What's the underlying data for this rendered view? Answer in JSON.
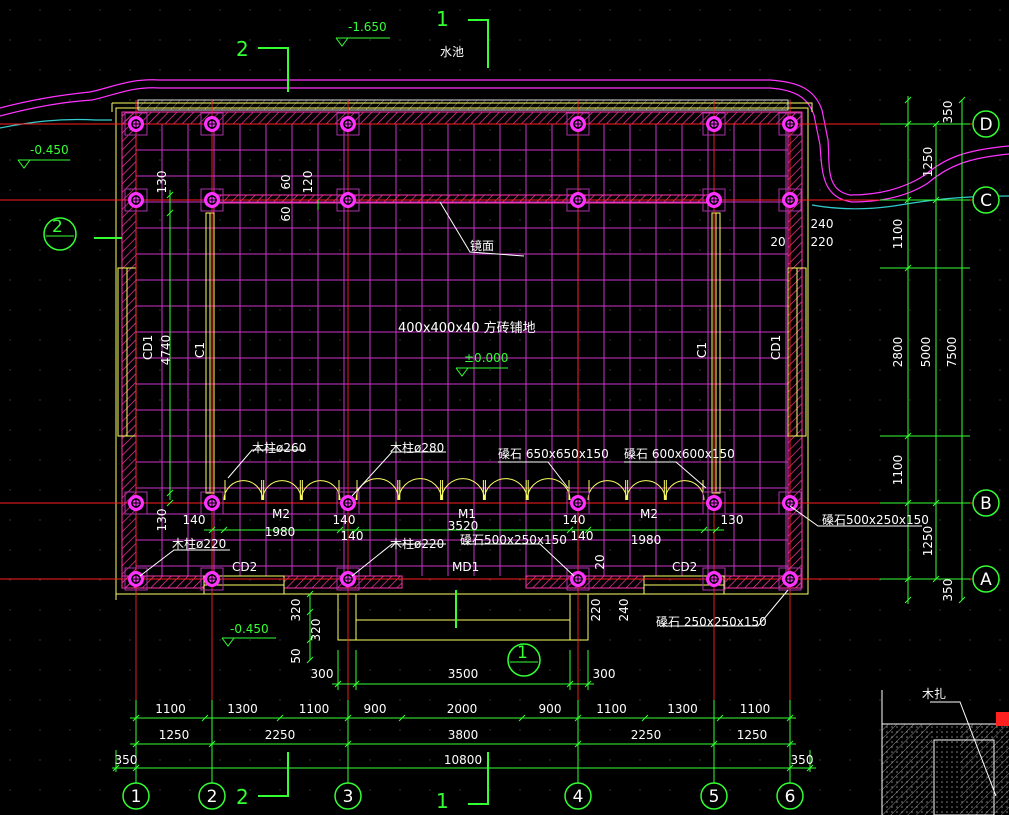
{
  "labels": {
    "water_pool": "水池",
    "elev_top": "-1.650",
    "elev_left": "-0.450",
    "elev_bottom": "-0.450",
    "elev_floor": "±0.000",
    "mirror": "镜面",
    "floor_tile": "400x400x40 方砖铺地",
    "wood_col_260": "木柱ø260",
    "wood_col_280": "木柱ø280",
    "wood_col_220a": "木柱ø220",
    "wood_col_220b": "木柱ø220",
    "stone_650": "磉石 650x650x150",
    "stone_600": "磉石 600x600x150",
    "stone_500a": "磉石500x250x150",
    "stone_500b": "磉石500x250x150",
    "stone_250": "磉石 250x250x150",
    "door_m2_left": "M2",
    "door_m1": "M1",
    "door_m2_right": "M2",
    "cd2_left": "CD2",
    "md1": "MD1",
    "cd2_right": "CD2",
    "cd1_left": "CD1",
    "cd1_right": "CD1",
    "c1_left": "C1",
    "c1_right": "C1",
    "wood_tie": "木扎",
    "section_1_top": "1",
    "section_1_bottom": "1",
    "section_2_top": "2",
    "section_2_bottom": "2",
    "section_2_left": "2",
    "section_1_mid": "1"
  },
  "axes": {
    "numbered": [
      "1",
      "2",
      "3",
      "4",
      "5",
      "6"
    ],
    "lettered": [
      "D",
      "C",
      "B",
      "A"
    ]
  },
  "dims": {
    "row1": [
      "1100",
      "1300",
      "1100",
      "900",
      "2000",
      "900",
      "1100",
      "1300",
      "1100"
    ],
    "row2": [
      "1250",
      "2250",
      "3800",
      "2250",
      "1250"
    ],
    "row3": [
      "350",
      "10800",
      "350"
    ],
    "entry": [
      "300",
      "3500",
      "300"
    ],
    "right_a": [
      "350",
      "1250",
      "1100",
      "2800",
      "1100",
      "1250",
      "350"
    ],
    "right_b": [
      "5000",
      "7500"
    ],
    "inner": [
      "4740",
      "1980",
      "3520",
      "1980",
      "140",
      "140",
      "140",
      "140",
      "140",
      "130",
      "130",
      "130",
      "60",
      "120",
      "60",
      "240",
      "220",
      "20",
      "20",
      "220",
      "240",
      "320",
      "320",
      "50"
    ]
  },
  "colors": {
    "background": "#000000",
    "grid": "#cc33cc",
    "axis": "#ff2020",
    "dimension": "#33ff33",
    "wall": "#ff33aa",
    "column": "#ff33ff",
    "yellow": "#ffff66",
    "cyan": "#33cccc"
  }
}
